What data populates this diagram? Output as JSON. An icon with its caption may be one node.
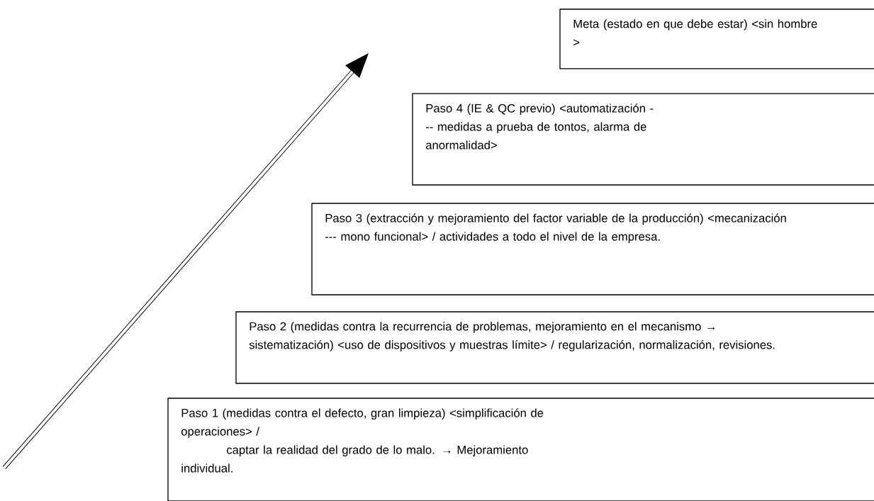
{
  "diagram": {
    "nodes": [
      {
        "text": [
          "Meta (estado en que debe estar) <sin hombre >"
        ]
      },
      {
        "text": [
          "Paso 4 (IE & QC previo) <automatización --- medidas a prueba de tontos, alarma de anormalidad>"
        ]
      },
      {
        "text": [
          "Paso 3 (extracción y mejoramiento del factor variable de la producción) <mecanización --- mono funcional> / actividades a todo el nivel de la empresa."
        ]
      },
      {
        "text": [
          "Paso 2 (medidas contra la recurrencia de problemas, mejoramiento en el mecanismo → sistematización) <uso de dispositivos y muestras límite> / regularización, normalización, revisiones."
        ]
      },
      {
        "text": [
          "Paso 1 (medidas contra el defecto, gran limpieza) <simplificación de operaciones> /",
          "captar la realidad del grado de lo malo. → Mejoramiento individual."
        ]
      }
    ]
  }
}
